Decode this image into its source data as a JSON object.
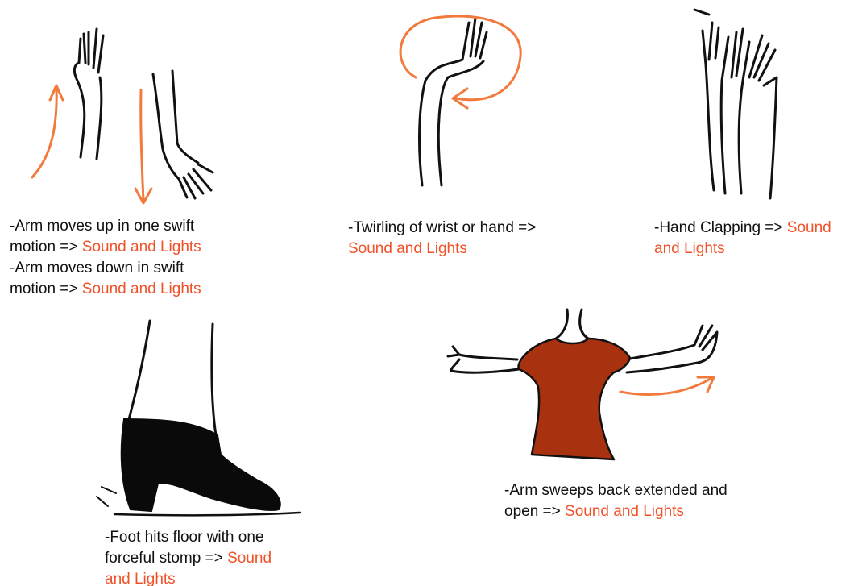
{
  "colors": {
    "text": "#111111",
    "highlight": "#f0522a",
    "arrow": "#f27a3c",
    "dress": "#a8320f",
    "shoe": "#0a0a0a"
  },
  "gestures": [
    {
      "id": "arm-up-down",
      "icon": "arm-raise-lower-sketch",
      "lines": [
        {
          "text": "-Arm moves up in one swift",
          "highlight": ""
        },
        {
          "text": "motion => ",
          "highlight": "Sound and Lights"
        },
        {
          "text": "-Arm moves down in swift",
          "highlight": ""
        },
        {
          "text": "motion => ",
          "highlight": "Sound and Lights"
        }
      ]
    },
    {
      "id": "wrist-twirl",
      "icon": "wrist-twirl-sketch",
      "lines": [
        {
          "text": "-Twirling of wrist or hand =>",
          "highlight": ""
        },
        {
          "text": "",
          "highlight": "Sound and Lights"
        }
      ]
    },
    {
      "id": "hand-clap",
      "icon": "hand-clap-sketch",
      "lines": [
        {
          "text": "-Hand Clapping => ",
          "highlight": "Sound"
        },
        {
          "text": "",
          "highlight": "and Lights"
        }
      ]
    },
    {
      "id": "foot-stomp",
      "icon": "flamenco-shoe-sketch",
      "lines": [
        {
          "text": "-Foot hits floor with one",
          "highlight": ""
        },
        {
          "text": "forceful stomp => ",
          "highlight": "Sound"
        },
        {
          "text": "",
          "highlight": "and Lights"
        }
      ]
    },
    {
      "id": "arm-sweep",
      "icon": "dancer-arms-open-sketch",
      "lines": [
        {
          "text": "-Arm sweeps back extended and",
          "highlight": ""
        },
        {
          "text": "open => ",
          "highlight": "Sound and Lights"
        }
      ]
    }
  ]
}
